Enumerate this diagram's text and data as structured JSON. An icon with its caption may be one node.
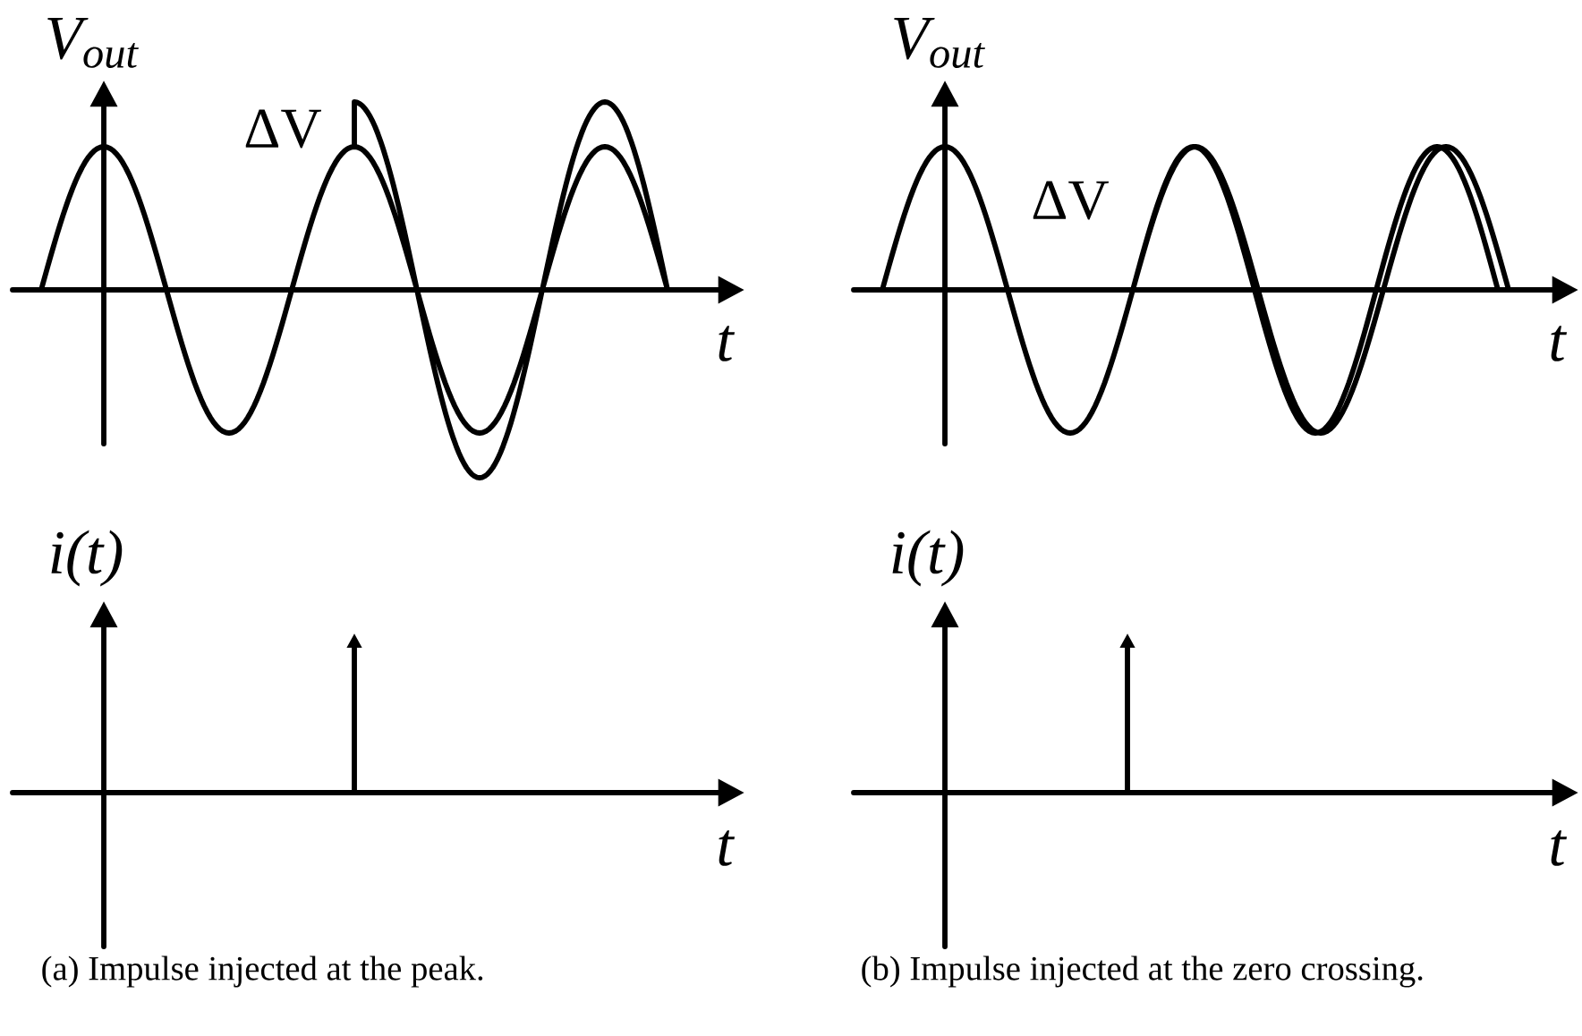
{
  "diagram": {
    "labels": [
      "V$_{out}$",
      "V$_{out}$",
      "ΔV",
      "ΔV",
      "t",
      "t",
      "i(t)",
      "i(t)",
      "t",
      "t",
      "(a) Impulse injected at the peak.",
      "(b) Impulse injected at the zero crossing."
    ]
  }
}
